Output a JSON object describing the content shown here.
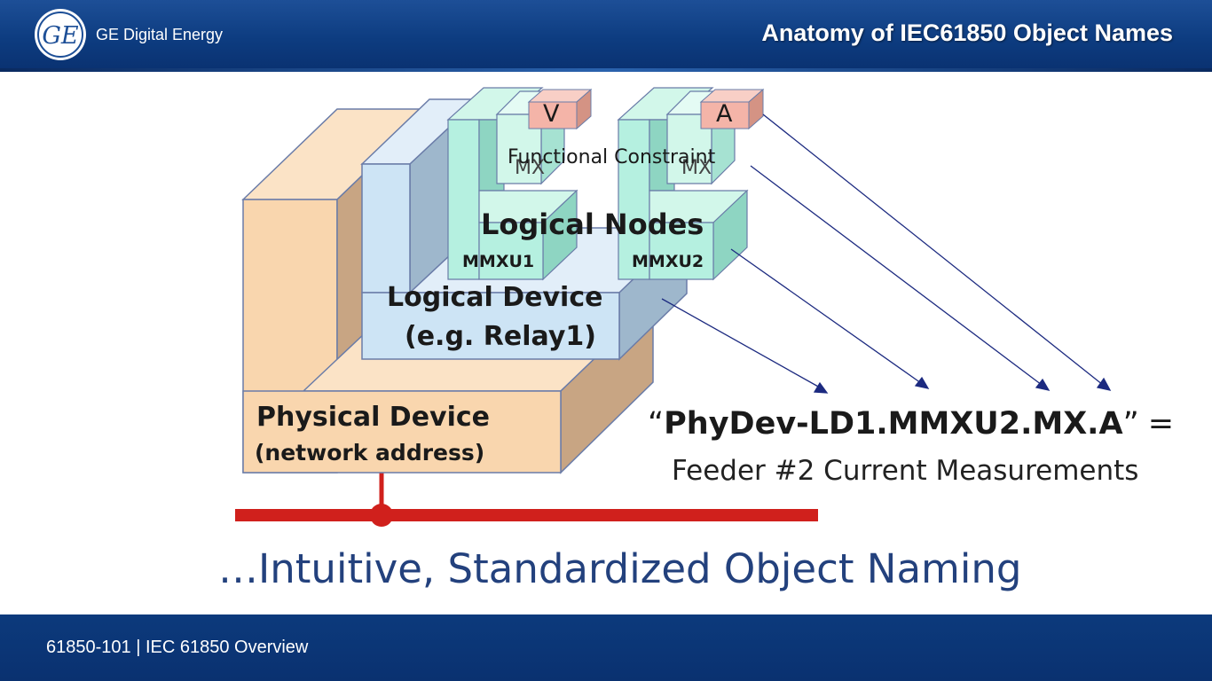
{
  "header": {
    "brand": "GE Digital Energy",
    "logo_text": "GE",
    "title": "Anatomy of  IEC61850 Object Names"
  },
  "diagram": {
    "physical_device": {
      "label": "Physical Device",
      "sublabel": "(network address)"
    },
    "logical_device": {
      "label": "Logical Device",
      "sublabel": "(e.g. Relay1)"
    },
    "logical_nodes": {
      "label": "Logical Nodes",
      "node1": "MMXU1",
      "node2": "MMXU2"
    },
    "functional_constraint": {
      "label": "Functional Constraint",
      "fc1": "MX",
      "fc2": "MX"
    },
    "data_objects": {
      "obj1": "V",
      "obj2": "A"
    }
  },
  "equation": {
    "open_quote": "“",
    "name": "PhyDev-LD1.MMXU2.MX.A",
    "close_quote": "”",
    "equals": "=",
    "meaning": "Feeder #2 Current Measurements"
  },
  "tagline": "…Intuitive, Standardized Object Naming",
  "footer": {
    "text": "61850-101 | IEC 61850 Overview"
  },
  "colors": {
    "header_bg": "#0d3c80",
    "physical_device": "#f9d6ae",
    "logical_device": "#cde4f5",
    "logical_node": "#b5f0e0",
    "data_object": "#f4b4a8",
    "network_bus": "#d0201c",
    "arrow": "#1c2a80",
    "tagline": "#23417d"
  }
}
